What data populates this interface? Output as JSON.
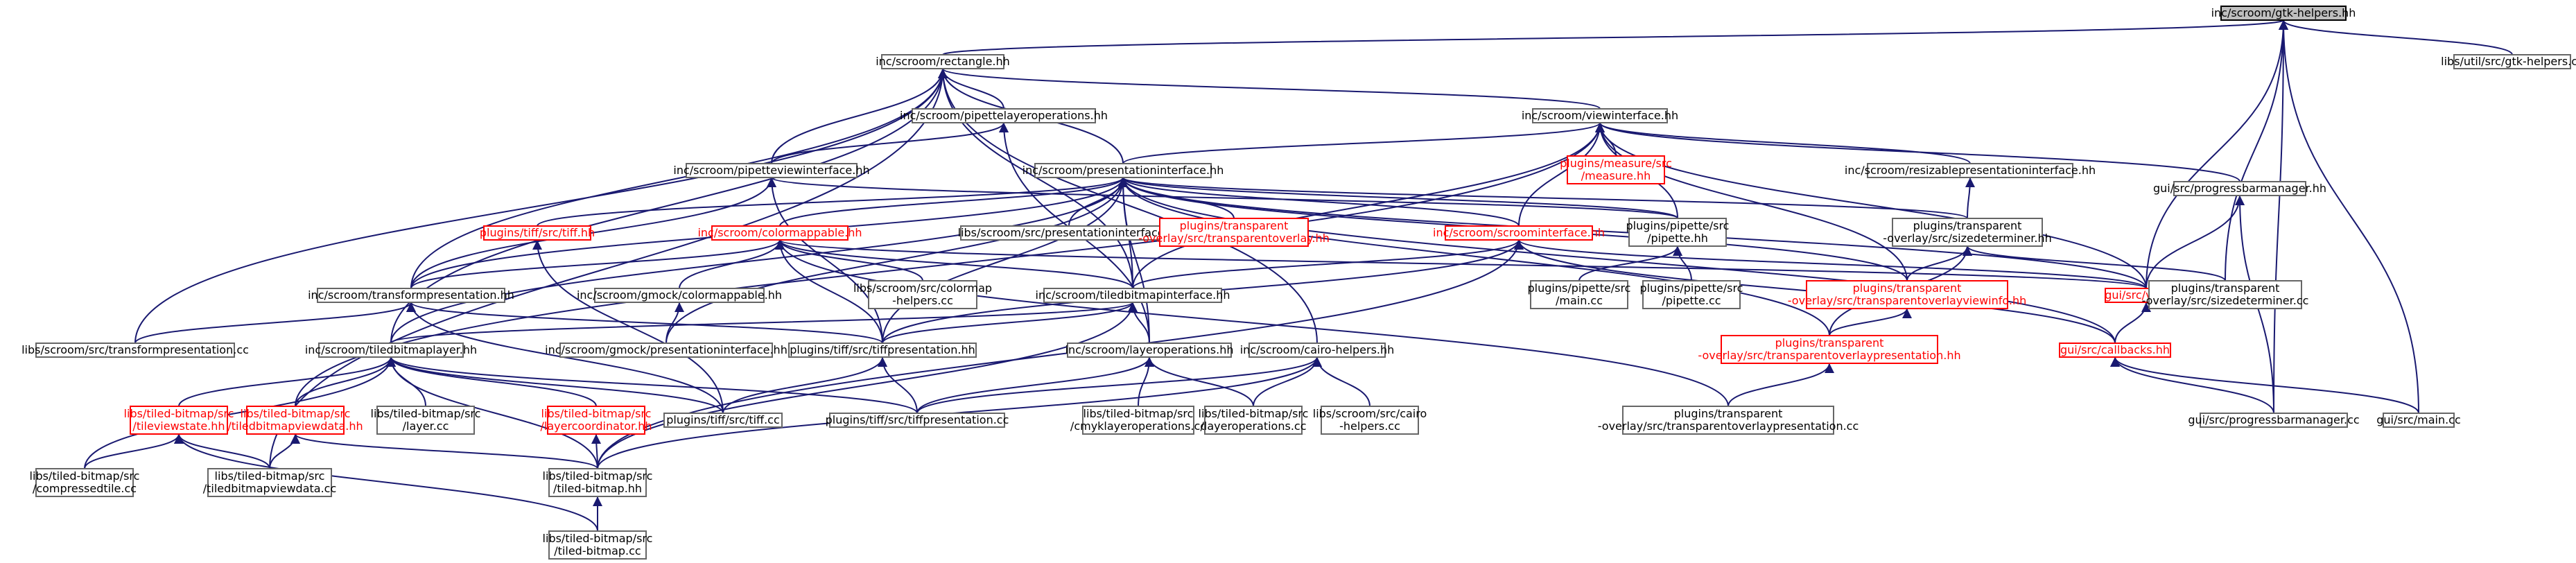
{
  "colors": {
    "edge": "#191970",
    "node_border": "#666666",
    "incomplete_border": "#ff0000",
    "root_fill": "#bfbfbf"
  },
  "nodes": [
    {
      "id": "gtk",
      "lines": [
        "inc/scroom/gtk-helpers.hh"
      ],
      "root": true
    },
    {
      "id": "rect",
      "lines": [
        "inc/scroom/rectangle.hh"
      ]
    },
    {
      "id": "utilgtk",
      "lines": [
        "libs/util/src/gtk-helpers.cc"
      ]
    },
    {
      "id": "pipetteops",
      "lines": [
        "inc/scroom/pipettelayeroperations.hh"
      ]
    },
    {
      "id": "viewif",
      "lines": [
        "inc/scroom/viewinterface.hh"
      ]
    },
    {
      "id": "pipviewif",
      "lines": [
        "inc/scroom/pipetteviewinterface.hh"
      ]
    },
    {
      "id": "presif",
      "lines": [
        "inc/scroom/presentationinterface.hh"
      ]
    },
    {
      "id": "measure",
      "lines": [
        "plugins/measure/src",
        "/measure.hh"
      ],
      "red": true
    },
    {
      "id": "resizable",
      "lines": [
        "inc/scroom/resizablepresentationinterface.hh"
      ]
    },
    {
      "id": "progbar",
      "lines": [
        "gui/src/progressbarmanager.hh"
      ]
    },
    {
      "id": "tiffhh",
      "lines": [
        "plugins/tiff/src/tiff.hh"
      ],
      "red": true
    },
    {
      "id": "colormap",
      "lines": [
        "inc/scroom/colormappable.hh"
      ],
      "red": true
    },
    {
      "id": "presifcc",
      "lines": [
        "libs/scroom/src/presentationinterface.cc"
      ]
    },
    {
      "id": "transov",
      "lines": [
        "plugins/transparent",
        "-overlay/src/transparentoverlay.hh"
      ],
      "red": true
    },
    {
      "id": "scrollif",
      "lines": [
        "inc/scroom/scroominterface.hh"
      ],
      "red": true
    },
    {
      "id": "pipettehh",
      "lines": [
        "plugins/pipette/src",
        "/pipette.hh"
      ]
    },
    {
      "id": "sizedet",
      "lines": [
        "plugins/transparent",
        "-overlay/src/sizedeterminer.hh"
      ]
    },
    {
      "id": "transpres",
      "lines": [
        "inc/scroom/transformpresentation.hh"
      ]
    },
    {
      "id": "gmockcm",
      "lines": [
        "inc/scroom/gmock/colormappable.hh"
      ]
    },
    {
      "id": "colormapcc",
      "lines": [
        "libs/scroom/src/colormap",
        "-helpers.cc"
      ]
    },
    {
      "id": "tbmif",
      "lines": [
        "inc/scroom/tiledbitmapinterface.hh"
      ]
    },
    {
      "id": "pipmain",
      "lines": [
        "plugins/pipette/src",
        "/main.cc"
      ]
    },
    {
      "id": "pipcc",
      "lines": [
        "plugins/pipette/src",
        "/pipette.cc"
      ]
    },
    {
      "id": "tovinfo",
      "lines": [
        "plugins/transparent",
        "-overlay/src/transparentoverlayviewinfo.hh"
      ],
      "red": true
    },
    {
      "id": "viewhh",
      "lines": [
        "gui/src/view.hh"
      ],
      "red": true
    },
    {
      "id": "sizedetcc",
      "lines": [
        "plugins/transparent",
        "-overlay/src/sizedeterminer.cc"
      ]
    },
    {
      "id": "transprescc",
      "lines": [
        "libs/scroom/src/transformpresentation.cc"
      ]
    },
    {
      "id": "tbmlayer",
      "lines": [
        "inc/scroom/tiledbitmaplayer.hh"
      ]
    },
    {
      "id": "gmockpres",
      "lines": [
        "inc/scroom/gmock/presentationinterface.hh"
      ]
    },
    {
      "id": "tiffpres",
      "lines": [
        "plugins/tiff/src/tiffpresentation.hh"
      ]
    },
    {
      "id": "layerops",
      "lines": [
        "inc/scroom/layeroperations.hh"
      ]
    },
    {
      "id": "cairohh",
      "lines": [
        "inc/scroom/cairo-helpers.hh"
      ]
    },
    {
      "id": "tovpres",
      "lines": [
        "plugins/transparent",
        "-overlay/src/transparentoverlaypresentation.hh"
      ],
      "red": true
    },
    {
      "id": "callbacks",
      "lines": [
        "gui/src/callbacks.hh"
      ],
      "red": true
    },
    {
      "id": "tilevs",
      "lines": [
        "libs/tiled-bitmap/src",
        "/tileviewstate.hh"
      ],
      "red": true
    },
    {
      "id": "tbmviewdata",
      "lines": [
        "libs/tiled-bitmap/src",
        "/tiledbitmapviewdata.hh"
      ],
      "red": true
    },
    {
      "id": "layercc",
      "lines": [
        "libs/tiled-bitmap/src",
        "/layer.cc"
      ]
    },
    {
      "id": "layercoord",
      "lines": [
        "libs/tiled-bitmap/src",
        "/layercoordinator.hh"
      ],
      "red": true
    },
    {
      "id": "tiffcc",
      "lines": [
        "plugins/tiff/src/tiff.cc"
      ]
    },
    {
      "id": "tiffprescc",
      "lines": [
        "plugins/tiff/src/tiffpresentation.cc"
      ]
    },
    {
      "id": "cmyk",
      "lines": [
        "libs/tiled-bitmap/src",
        "/cmyklayeroperations.cc"
      ]
    },
    {
      "id": "layeropscc",
      "lines": [
        "libs/tiled-bitmap/src",
        "/layeroperations.cc"
      ]
    },
    {
      "id": "cairocc",
      "lines": [
        "libs/scroom/src/cairo",
        "-helpers.cc"
      ]
    },
    {
      "id": "tovprescc",
      "lines": [
        "plugins/transparent",
        "-overlay/src/transparentoverlaypresentation.cc"
      ]
    },
    {
      "id": "progbarcc",
      "lines": [
        "gui/src/progressbarmanager.cc"
      ]
    },
    {
      "id": "guimain",
      "lines": [
        "gui/src/main.cc"
      ]
    },
    {
      "id": "comptile",
      "lines": [
        "libs/tiled-bitmap/src",
        "/compressedtile.cc"
      ]
    },
    {
      "id": "tbmviewdatacc",
      "lines": [
        "libs/tiled-bitmap/src",
        "/tiledbitmapviewdata.cc"
      ]
    },
    {
      "id": "tbmhh",
      "lines": [
        "libs/tiled-bitmap/src",
        "/tiled-bitmap.hh"
      ]
    },
    {
      "id": "tbmcc",
      "lines": [
        "libs/tiled-bitmap/src",
        "/tiled-bitmap.cc"
      ]
    }
  ],
  "edges": [
    [
      "gtk",
      "rect"
    ],
    [
      "gtk",
      "utilgtk"
    ],
    [
      "gtk",
      "viewhh"
    ],
    [
      "gtk",
      "sizedetcc"
    ],
    [
      "gtk",
      "progbarcc"
    ],
    [
      "gtk",
      "guimain"
    ],
    [
      "rect",
      "pipetteops"
    ],
    [
      "rect",
      "viewif"
    ],
    [
      "rect",
      "pipviewif"
    ],
    [
      "rect",
      "presif"
    ],
    [
      "rect",
      "transpres"
    ],
    [
      "rect",
      "tbmif"
    ],
    [
      "rect",
      "transprescc"
    ],
    [
      "rect",
      "tbmlayer"
    ],
    [
      "rect",
      "cairohh"
    ],
    [
      "rect",
      "tbmviewdatacc"
    ],
    [
      "pipetteops",
      "pipviewif"
    ],
    [
      "pipetteops",
      "layerops"
    ],
    [
      "viewif",
      "presif"
    ],
    [
      "viewif",
      "measure"
    ],
    [
      "viewif",
      "resizable"
    ],
    [
      "viewif",
      "progbar"
    ],
    [
      "viewif",
      "scrollif"
    ],
    [
      "viewif",
      "pipettehh"
    ],
    [
      "viewif",
      "tovinfo"
    ],
    [
      "viewif",
      "viewhh"
    ],
    [
      "viewif",
      "tbmif"
    ],
    [
      "viewif",
      "tbmviewdata"
    ],
    [
      "pipviewif",
      "pipettehh"
    ],
    [
      "pipviewif",
      "transpres"
    ],
    [
      "pipviewif",
      "tiffpres"
    ],
    [
      "presif",
      "tiffhh"
    ],
    [
      "presif",
      "colormap"
    ],
    [
      "presif",
      "presifcc"
    ],
    [
      "presif",
      "transov"
    ],
    [
      "presif",
      "scrollif"
    ],
    [
      "presif",
      "pipettehh"
    ],
    [
      "presif",
      "sizedet"
    ],
    [
      "presif",
      "transpres"
    ],
    [
      "presif",
      "tbmif"
    ],
    [
      "presif",
      "tovinfo"
    ],
    [
      "presif",
      "viewhh"
    ],
    [
      "presif",
      "gmockpres"
    ],
    [
      "presif",
      "tiffpres"
    ],
    [
      "presif",
      "layerops"
    ],
    [
      "presif",
      "tovpres"
    ],
    [
      "presif",
      "callbacks"
    ],
    [
      "presif",
      "tbmlayer"
    ],
    [
      "resizable",
      "sizedet"
    ],
    [
      "progbar",
      "viewhh"
    ],
    [
      "progbar",
      "progbarcc"
    ],
    [
      "tiffhh",
      "tiffcc"
    ],
    [
      "colormap",
      "transpres"
    ],
    [
      "colormap",
      "gmockcm"
    ],
    [
      "colormap",
      "colormapcc"
    ],
    [
      "colormap",
      "tbmif"
    ],
    [
      "colormap",
      "tiffpres"
    ],
    [
      "colormap",
      "tovprescc"
    ],
    [
      "colormap",
      "viewhh"
    ],
    [
      "scrollif",
      "tbmif"
    ],
    [
      "scrollif",
      "viewhh"
    ],
    [
      "scrollif",
      "tiffpres"
    ],
    [
      "scrollif",
      "callbacks"
    ],
    [
      "scrollif",
      "tbmhh"
    ],
    [
      "pipettehh",
      "pipmain"
    ],
    [
      "pipettehh",
      "pipcc"
    ],
    [
      "sizedet",
      "tovinfo"
    ],
    [
      "sizedet",
      "sizedetcc"
    ],
    [
      "sizedet",
      "tovpres"
    ],
    [
      "transpres",
      "transprescc"
    ],
    [
      "transpres",
      "tiffpres"
    ],
    [
      "transpres",
      "tiffcc"
    ],
    [
      "gmockcm",
      "gmockpres"
    ],
    [
      "tbmif",
      "tbmlayer"
    ],
    [
      "tbmif",
      "tiffpres"
    ],
    [
      "tbmif",
      "layerops"
    ],
    [
      "tbmif",
      "tbmhh"
    ],
    [
      "tovinfo",
      "tovpres"
    ],
    [
      "viewhh",
      "callbacks"
    ],
    [
      "tbmlayer",
      "tilevs"
    ],
    [
      "tbmlayer",
      "tbmviewdata"
    ],
    [
      "tbmlayer",
      "layercc"
    ],
    [
      "tbmlayer",
      "layercoord"
    ],
    [
      "tbmlayer",
      "tiffcc"
    ],
    [
      "tbmlayer",
      "tiffprescc"
    ],
    [
      "tbmlayer",
      "comptile"
    ],
    [
      "tbmlayer",
      "tbmhh"
    ],
    [
      "tiffpres",
      "tiffcc"
    ],
    [
      "tiffpres",
      "tiffprescc"
    ],
    [
      "layerops",
      "tiffprescc"
    ],
    [
      "layerops",
      "cmyk"
    ],
    [
      "layerops",
      "layeropscc"
    ],
    [
      "cairohh",
      "tiffprescc"
    ],
    [
      "cairohh",
      "layeropscc"
    ],
    [
      "cairohh",
      "cairocc"
    ],
    [
      "cairohh",
      "tbmhh"
    ],
    [
      "tovpres",
      "tovprescc"
    ],
    [
      "callbacks",
      "progbarcc"
    ],
    [
      "callbacks",
      "guimain"
    ],
    [
      "tilevs",
      "comptile"
    ],
    [
      "tilevs",
      "tbmviewdatacc"
    ],
    [
      "tilevs",
      "tbmcc"
    ],
    [
      "tbmviewdata",
      "tbmviewdatacc"
    ],
    [
      "tbmviewdata",
      "tbmhh"
    ],
    [
      "layercoord",
      "tbmhh"
    ],
    [
      "tbmhh",
      "tbmcc"
    ]
  ]
}
